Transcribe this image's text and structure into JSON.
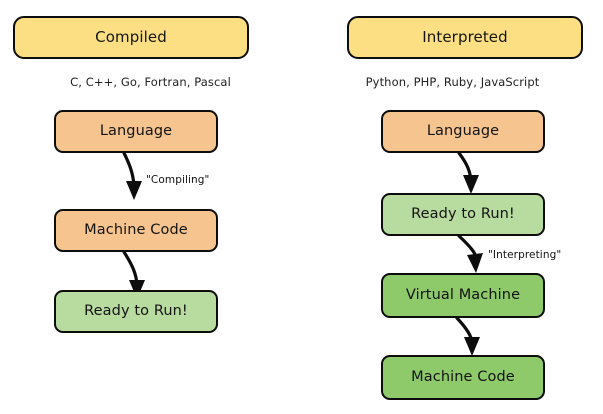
{
  "diagram": {
    "title_hidden": "",
    "background_color": "#ffffff",
    "columns": [
      {
        "id": "compiled",
        "header": "Compiled",
        "header_color": "#fbdf82",
        "subtitle": "C, C++, Go, Fortran, Pascal",
        "nodes": [
          {
            "label": "Language",
            "color": "#f5c48f"
          },
          {
            "label": "Machine Code",
            "color": "#f5c48f"
          },
          {
            "label": "Ready to Run!",
            "color": "#b8dba0"
          }
        ],
        "edges": [
          {
            "label": "\"Compiling\""
          },
          {
            "label": ""
          }
        ]
      },
      {
        "id": "interpreted",
        "header": "Interpreted",
        "header_color": "#fbdf82",
        "subtitle": "Python, PHP, Ruby, JavaScript",
        "nodes": [
          {
            "label": "Language",
            "color": "#f5c48f"
          },
          {
            "label": "Ready to Run!",
            "color": "#b8dba0"
          },
          {
            "label": "Virtual Machine",
            "color": "#8ec96a"
          },
          {
            "label": "Machine Code",
            "color": "#8ec96a"
          }
        ],
        "edges": [
          {
            "label": ""
          },
          {
            "label": "\"Interpreting\""
          },
          {
            "label": ""
          }
        ]
      }
    ]
  }
}
